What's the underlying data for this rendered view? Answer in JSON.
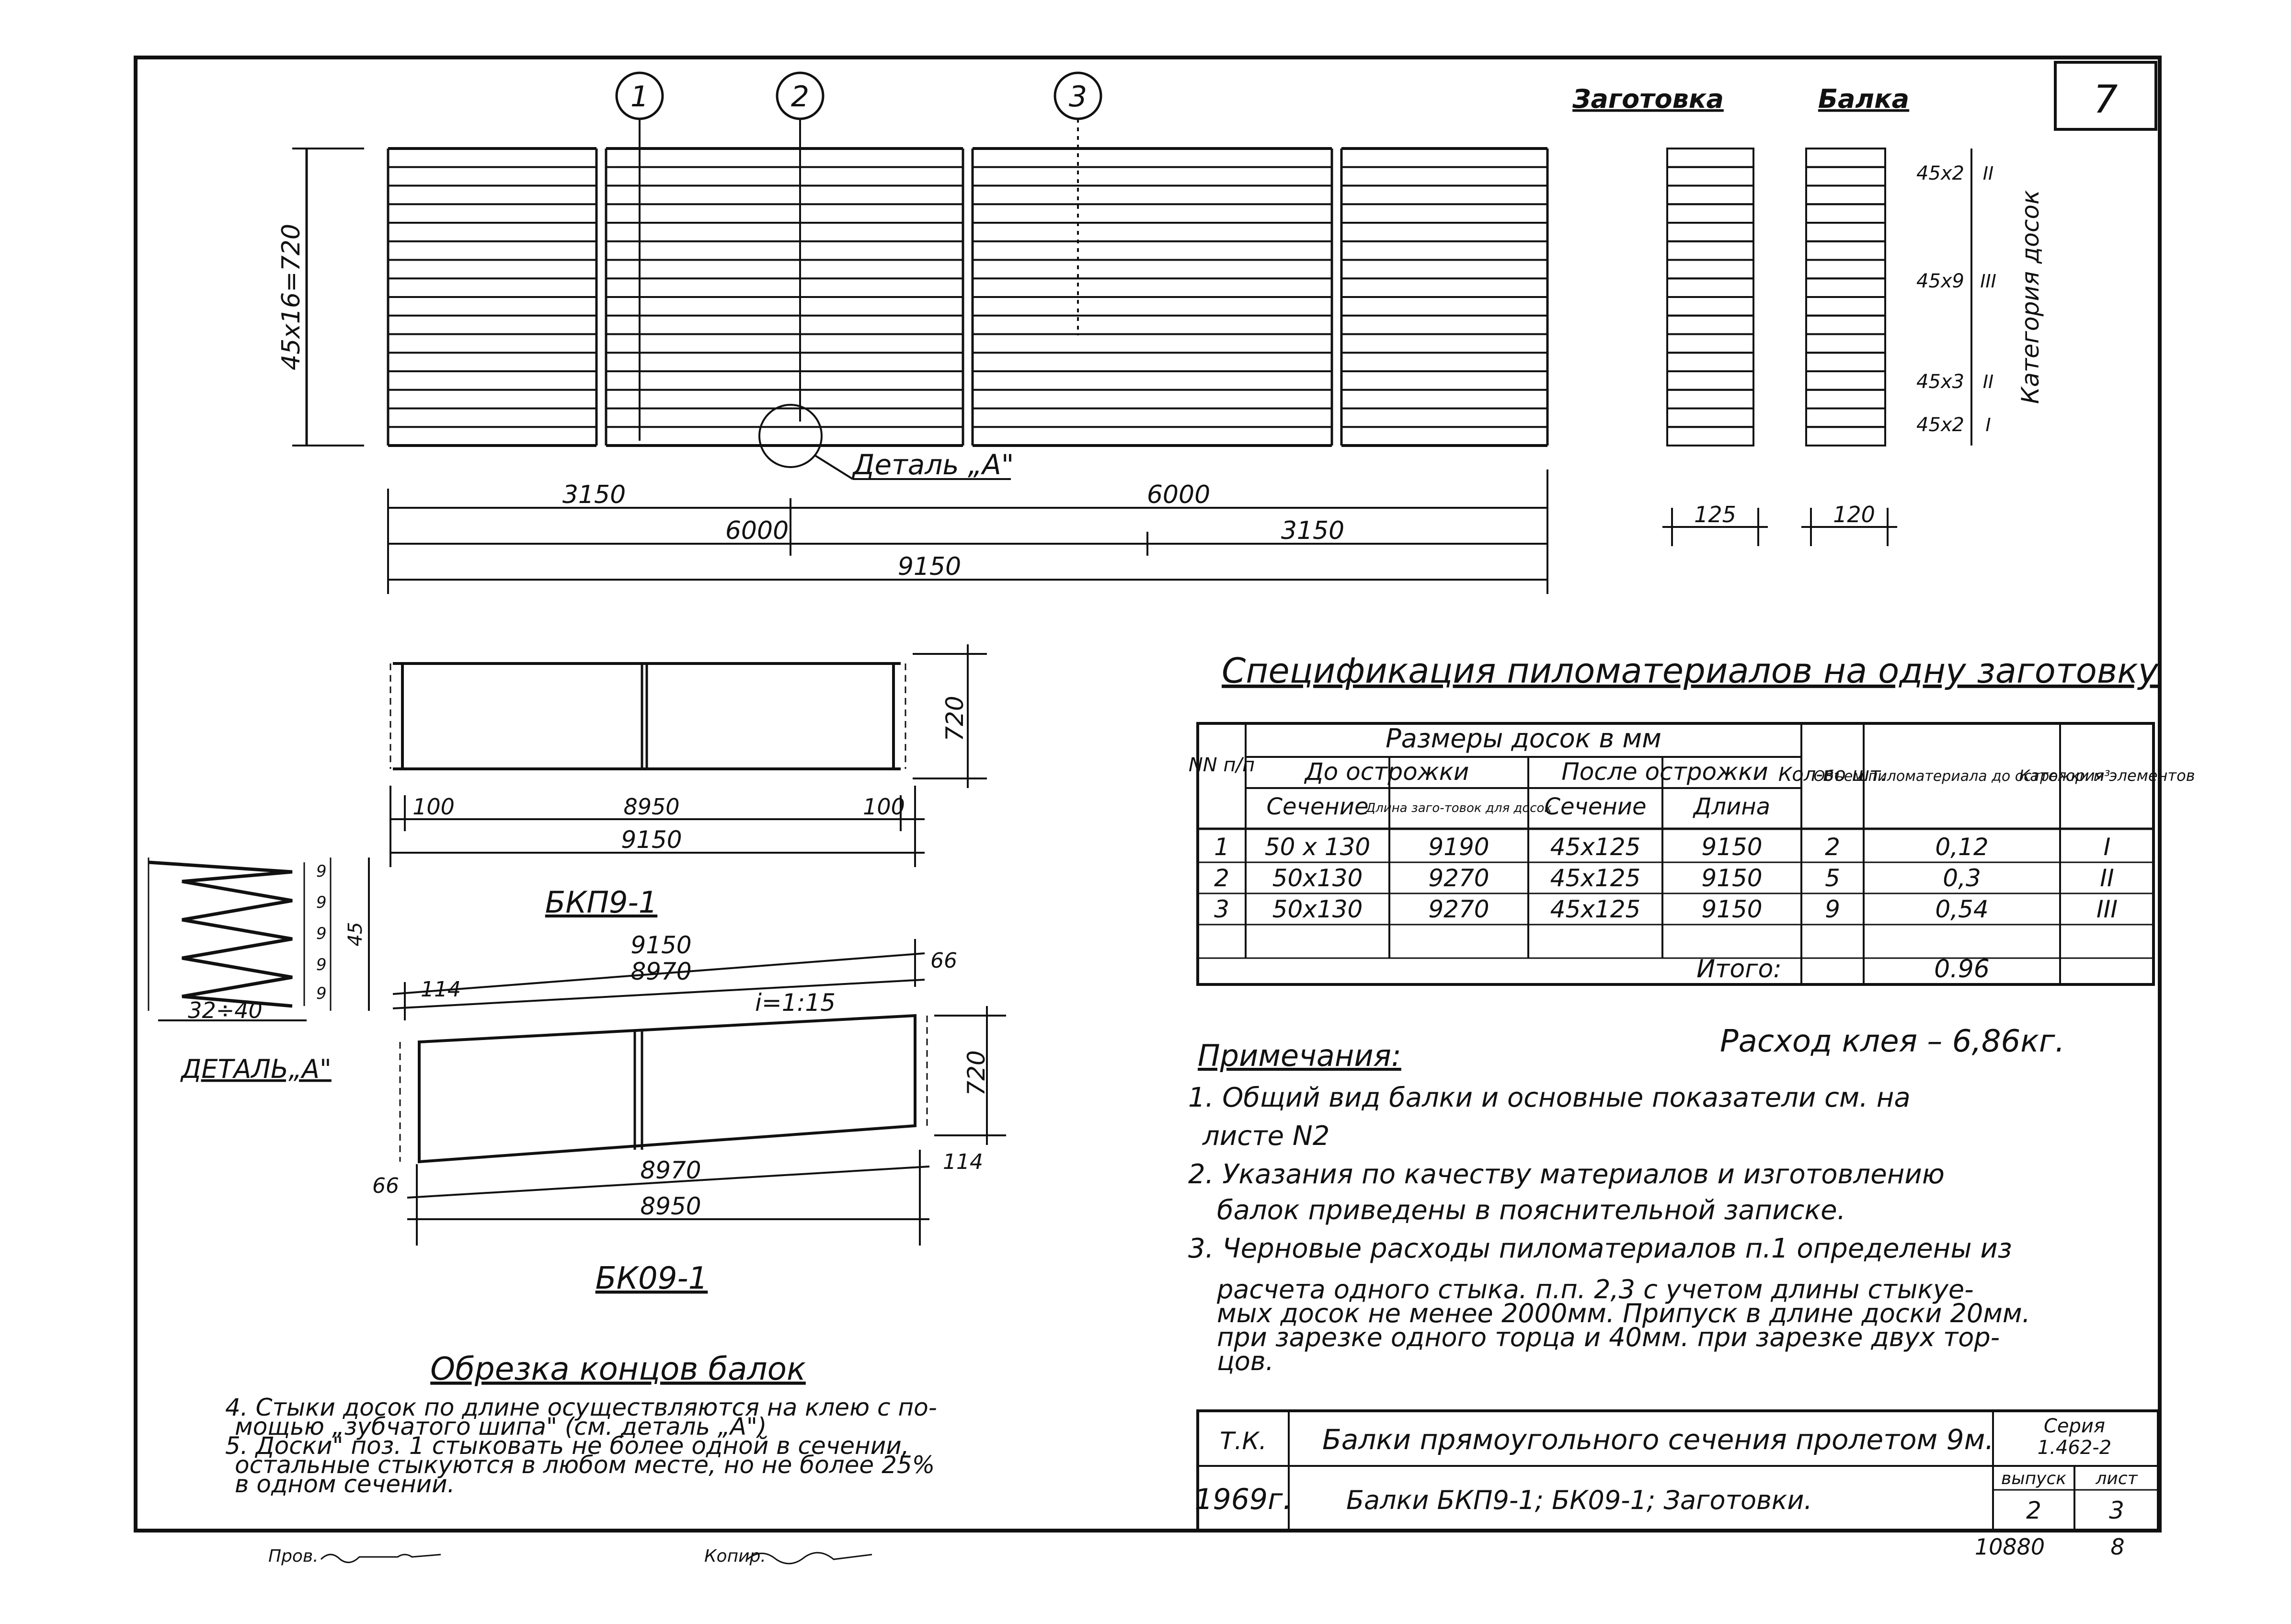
{
  "sheet": {
    "number": "7",
    "inventory": "10880",
    "format": "8",
    "approved_label": "Пров.",
    "copied_label": "Копир."
  },
  "elevation": {
    "height_dim": "45x16=720",
    "callouts": [
      "1",
      "2",
      "3"
    ],
    "detail_ref": "Деталь „А\"",
    "dims": {
      "top_left": "3150",
      "top_right": "6000",
      "mid_left": "6000",
      "mid_right": "3150",
      "total": "9150"
    }
  },
  "section": {
    "blank_title": "Заготовка",
    "beam_title": "Балка",
    "layers": [
      {
        "size": "45x2",
        "category": "II"
      },
      {
        "size": "45x9",
        "category": "III"
      },
      {
        "size": "45x3",
        "category": "II"
      },
      {
        "size": "45x2",
        "category": "I"
      }
    ],
    "category_label": "Категория досок",
    "blank_width": "125",
    "beam_width": "120"
  },
  "bkp": {
    "label": "БКП9-1",
    "height": "720",
    "dim_left": "100",
    "dim_mid": "8950",
    "dim_right": "100",
    "dim_total": "9150"
  },
  "detail_a": {
    "label": "ДЕТАЛЬ„А\"",
    "tooth_dims": [
      "9",
      "9",
      "9",
      "9",
      "9"
    ],
    "height": "45",
    "length": "32÷40"
  },
  "bko": {
    "label": "БК09-1",
    "top_total": "9150",
    "top_inner": "8970",
    "left_off": "114",
    "right_off": "66",
    "slope": "i=1:15",
    "height": "720",
    "bottom_inner": "8970",
    "bottom_total": "8950",
    "bottom_left": "66",
    "bottom_right": "114"
  },
  "trim_title": "Обрезка концов балок",
  "spec": {
    "title": "Спецификация пиломатериалов на одну заготовку",
    "headers": {
      "num": "NN п/п",
      "sizes": "Размеры досок в мм",
      "before": "До острожки",
      "after": "После острожки",
      "section": "Сечение",
      "blank_length": "Длина заго-товок для досок",
      "section2": "Сечение",
      "length": "Длина",
      "qty": "Кол-во шт.",
      "volume": "Объем пиломатериала до острожки м³",
      "category": "Категория элементов"
    },
    "rows": [
      [
        "1",
        "50 x 130",
        "9190",
        "45x125",
        "9150",
        "2",
        "0,12",
        "I"
      ],
      [
        "2",
        "50x130",
        "9270",
        "45x125",
        "9150",
        "5",
        "0,3",
        "II"
      ],
      [
        "3",
        "50x130",
        "9270",
        "45x125",
        "9150",
        "9",
        "0,54",
        "III"
      ]
    ],
    "total_label": "Итого:",
    "total_value": "0.96"
  },
  "glue": "Расход клея  – 6,86кг.",
  "notes_title": "Примечания:",
  "notes": [
    "1. Общий вид балки и основные показатели см. на",
    "листе N2",
    "2. Указания по качеству материалов и изготовлению",
    "балок приведены в пояснительной записке.",
    "3. Черновые расходы пиломатериалов п.1 определены из",
    "расчета одного стыка. п.п. 2,3 с учетом длины стыкуе-",
    "мых досок не менее 2000мм. Припуск в длине доски 20мм.",
    "при зарезке одного торца и 40мм. при зарезке двух тор-",
    "цов."
  ],
  "notes_left": [
    "4. Стыки досок по длине осуществляются на клею с по-",
    "мощью „зубчатого шипа\" (см. деталь „А\")",
    "5. Доски\" поз. 1 стыковать не более одной в сечении,",
    "остальные стыкуются в любом месте, но не более 25%",
    "в одном сечении."
  ],
  "stamp": {
    "tk": "Т.К.",
    "title1": "Балки прямоугольного сечения пролетом 9м.",
    "series_label": "Серия",
    "series": "1.462-2",
    "year": "1969г.",
    "title2": "Балки БКП9-1; БК09-1; Заготовки.",
    "issue_label": "выпуск",
    "issue": "2",
    "sheet_label": "лист",
    "sheet": "3"
  }
}
